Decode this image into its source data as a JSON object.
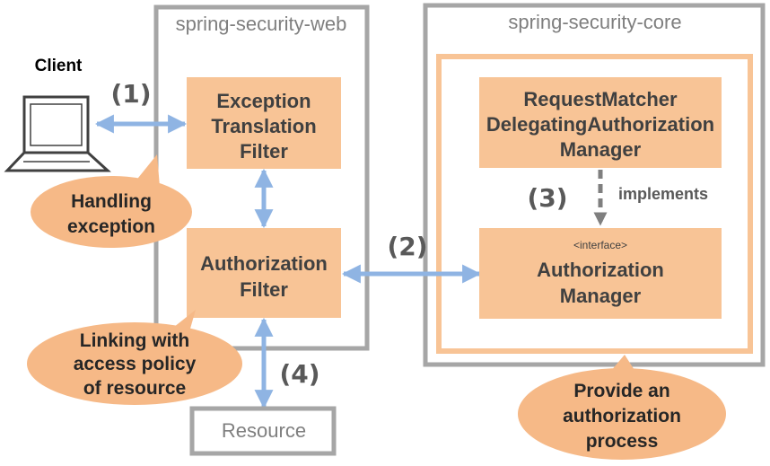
{
  "containers": {
    "web_title": "spring-security-web",
    "core_title": "spring-security-core"
  },
  "client": {
    "label": "Client"
  },
  "boxes": {
    "exception_filter": [
      "Exception",
      "Translation",
      "Filter"
    ],
    "authorization_filter": [
      "Authorization",
      "Filter"
    ],
    "request_matcher": [
      "RequestMatcher",
      "DelegatingAuthorization",
      "Manager"
    ],
    "authorization_manager_stereotype": "<interface>",
    "authorization_manager": [
      "Authorization",
      "Manager"
    ],
    "resource": "Resource"
  },
  "steps": {
    "step1": "(1)",
    "step2": "(2)",
    "step3": "(3)",
    "step4": "(4)"
  },
  "labels": {
    "implements": "implements"
  },
  "bubbles": {
    "handling_exception": [
      "Handling",
      "exception"
    ],
    "linking_access_policy": [
      "Linking with",
      "access policy",
      "of resource"
    ],
    "provide_authorization": [
      "Provide an",
      "authorization",
      "process"
    ]
  },
  "colors": {
    "box_fill": "#f8c496",
    "bubble_fill": "#f6b987",
    "border_gray": "#a6a6a6",
    "arrow_blue": "#8fb4e3",
    "arrow_gray": "#7f7f7f",
    "core_inner_border": "#f8c496"
  }
}
